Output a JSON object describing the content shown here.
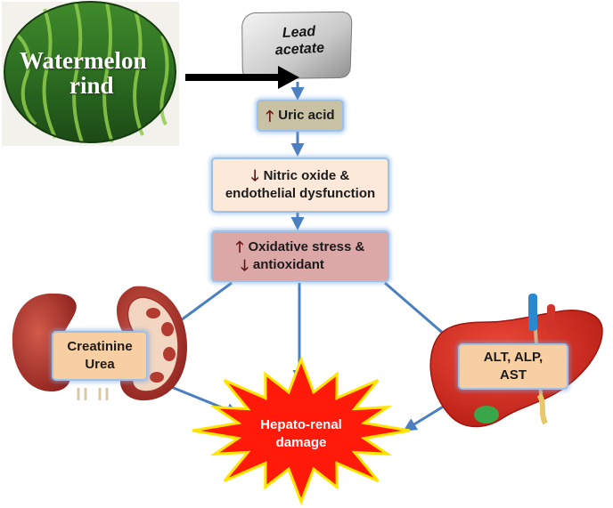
{
  "source": {
    "line1": "Watermelon",
    "line2": "rind"
  },
  "toxin": {
    "line1": "Lead",
    "line2": "acetate"
  },
  "uric_acid": {
    "arrow": "up",
    "label": "Uric acid"
  },
  "nitric_oxide": {
    "arrow": "down",
    "line1": "Nitric oxide &",
    "line2": "endothelial dysfunction"
  },
  "oxidative": {
    "arrow1": "up",
    "line1": "Oxidative stress &",
    "arrow2": "down",
    "line2": "antioxidant"
  },
  "kidney_markers": {
    "line1": "Creatinine",
    "line2": "Urea"
  },
  "liver_markers": {
    "line1": "ALT, ALP,",
    "line2": "AST"
  },
  "outcome": {
    "line1": "Hepato-renal",
    "line2": "damage"
  },
  "colors": {
    "melon_dark": "#1f5a1c",
    "melon_light": "#7dbf3a",
    "uric_box": "#c8c1a3",
    "nitric_box": "#fde9d9",
    "oxidative_box": "#dba7a7",
    "marker_box": "#f8cfa3",
    "flow_arrow": "#4a7fc1",
    "burst_fill": "#ff1a0a",
    "burst_stroke": "#ffe400",
    "kidney": "#b5302c",
    "liver": "#d42a1f"
  },
  "icons": [
    "watermelon-image",
    "kidney-illustration",
    "liver-illustration",
    "up-arrow-icon",
    "down-arrow-icon",
    "damage-burst"
  ]
}
